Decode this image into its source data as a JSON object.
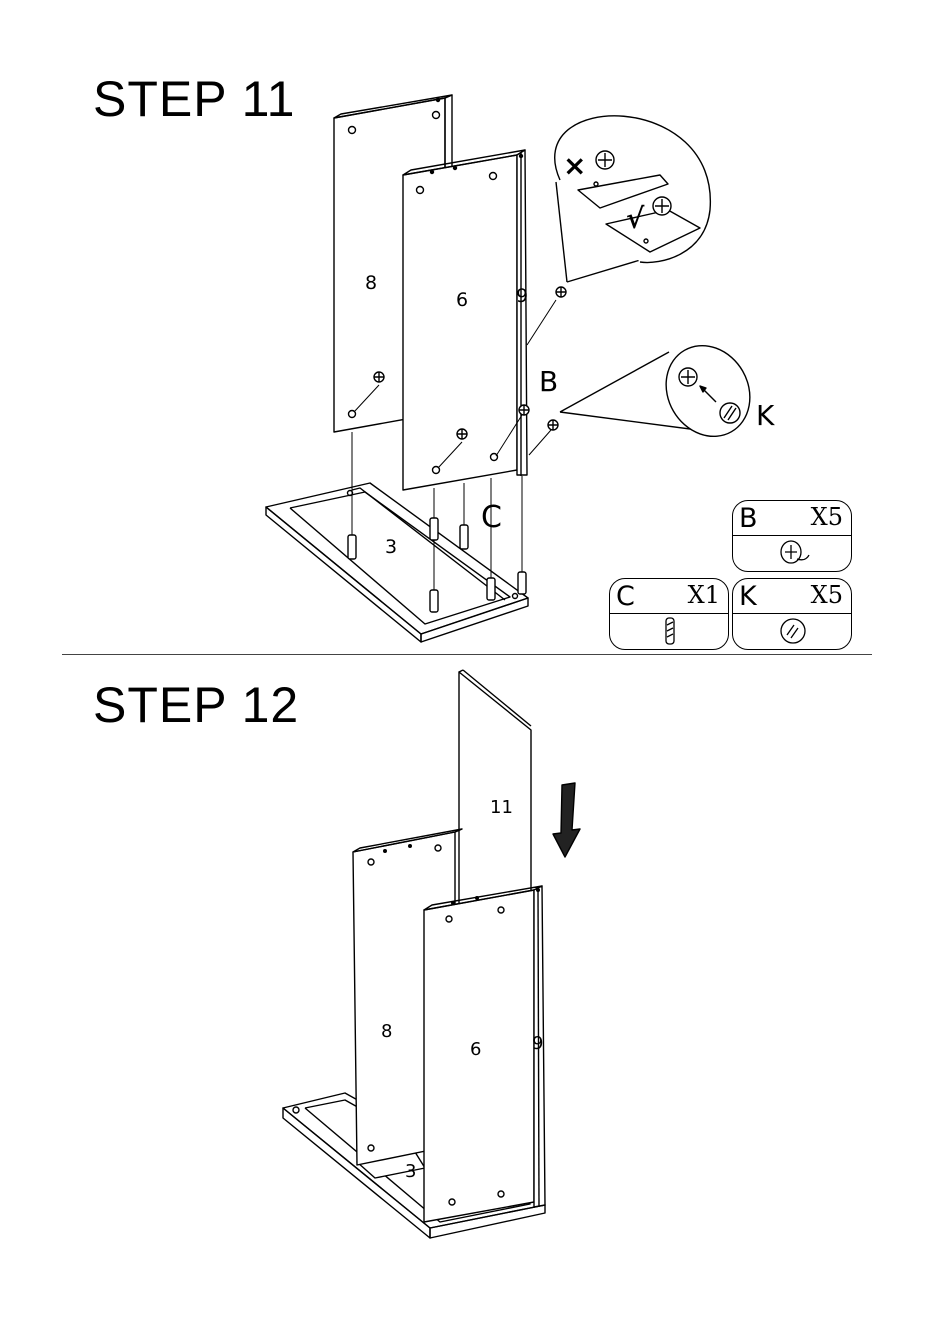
{
  "steps": [
    {
      "title": "STEP 11"
    },
    {
      "title": "STEP 12"
    }
  ],
  "step11": {
    "panel_labels": {
      "p8": "8",
      "p6": "6",
      "p9": "9",
      "p3": "3"
    },
    "callout_labels": {
      "B": "B",
      "C": "C",
      "K": "K"
    },
    "detail_marks": {
      "wrong": "×",
      "right": "√"
    },
    "parts": [
      {
        "letter": "B",
        "count": "X5",
        "icon": "cam-lock-icon"
      },
      {
        "letter": "C",
        "count": "X1",
        "icon": "wood-dowel-icon"
      },
      {
        "letter": "K",
        "count": "X5",
        "icon": "cover-cap-icon"
      }
    ]
  },
  "step12": {
    "panel_labels": {
      "p11": "11",
      "p8": "8",
      "p6": "6",
      "p9": "9",
      "p3": "3"
    }
  },
  "colors": {
    "line": "#000000",
    "background": "#ffffff"
  }
}
